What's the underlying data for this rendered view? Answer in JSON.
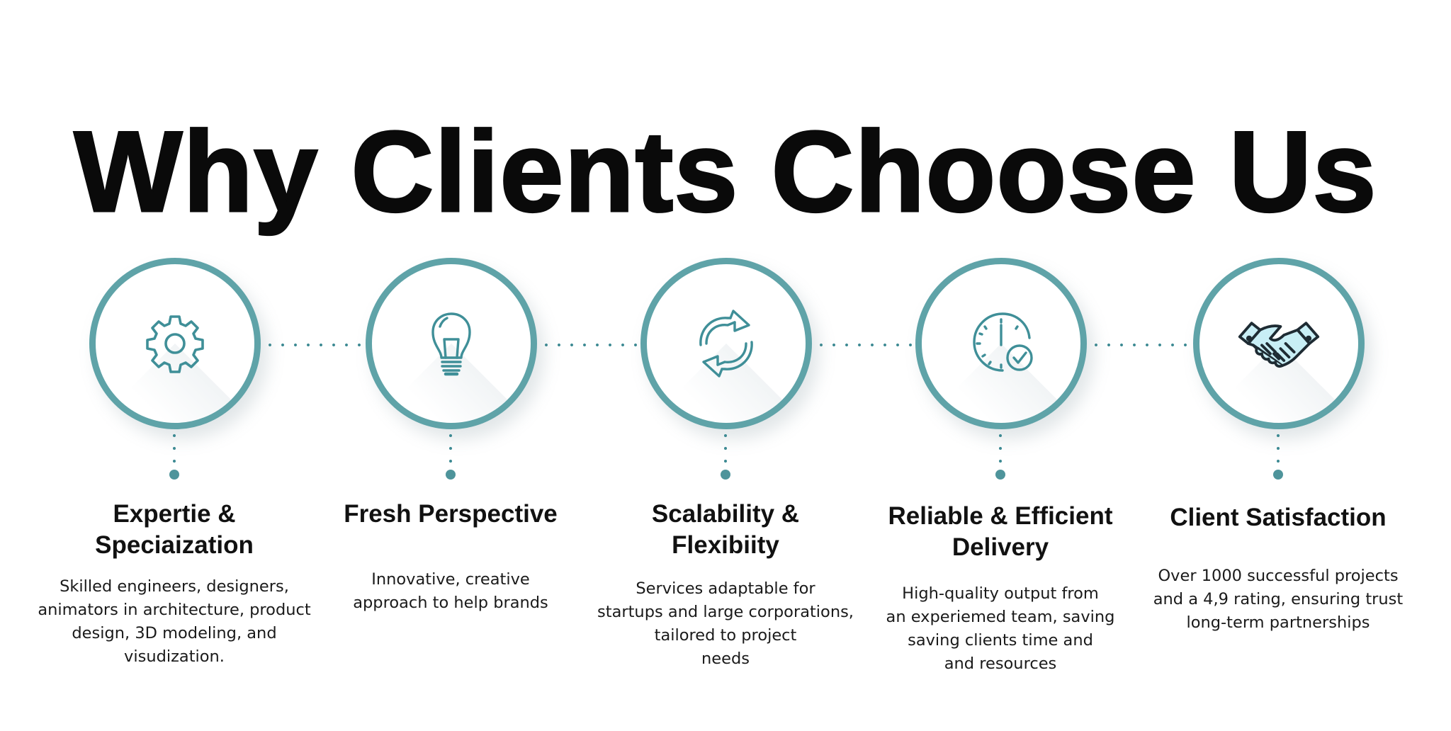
{
  "title": "Why Clients Choose Us",
  "colors": {
    "ring": "#5fa3a8",
    "connector": "#3d8a93",
    "icon_stroke": "#3f8f98",
    "handshake_fill": "#c8eef5",
    "handshake_stroke": "#1e2b33",
    "text": "#111111"
  },
  "steps": [
    {
      "icon": "gear-icon",
      "heading_lines": [
        "Expertie &",
        "Speciaization"
      ],
      "body_lines": [
        "Skilled engineers, designers,",
        "animators in architecture, product",
        "design, 3D modeling, and",
        "visudization."
      ]
    },
    {
      "icon": "lightbulb-icon",
      "heading_lines": [
        "Fresh Perspective"
      ],
      "body_lines": [
        "Innovative, creative",
        "approach to help brands"
      ]
    },
    {
      "icon": "refresh-arrows-icon",
      "heading_lines": [
        "Scalability &",
        "Flexibiity"
      ],
      "body_lines": [
        "Services adaptable for",
        "startups and large corporations,",
        "tailored to project",
        "needs"
      ]
    },
    {
      "icon": "clock-check-icon",
      "heading_lines": [
        "Reliable & Efficient",
        "Delivery"
      ],
      "body_lines": [
        "High-quality output from",
        "an experiemed team, saving",
        "saving clients time and",
        "and resources"
      ]
    },
    {
      "icon": "handshake-icon",
      "heading_lines": [
        "Client Satisfaction"
      ],
      "body_lines": [
        "Over 1000 successful projects",
        "and a 4,9 rating, ensuring trust",
        "long-term partnerships"
      ]
    }
  ]
}
